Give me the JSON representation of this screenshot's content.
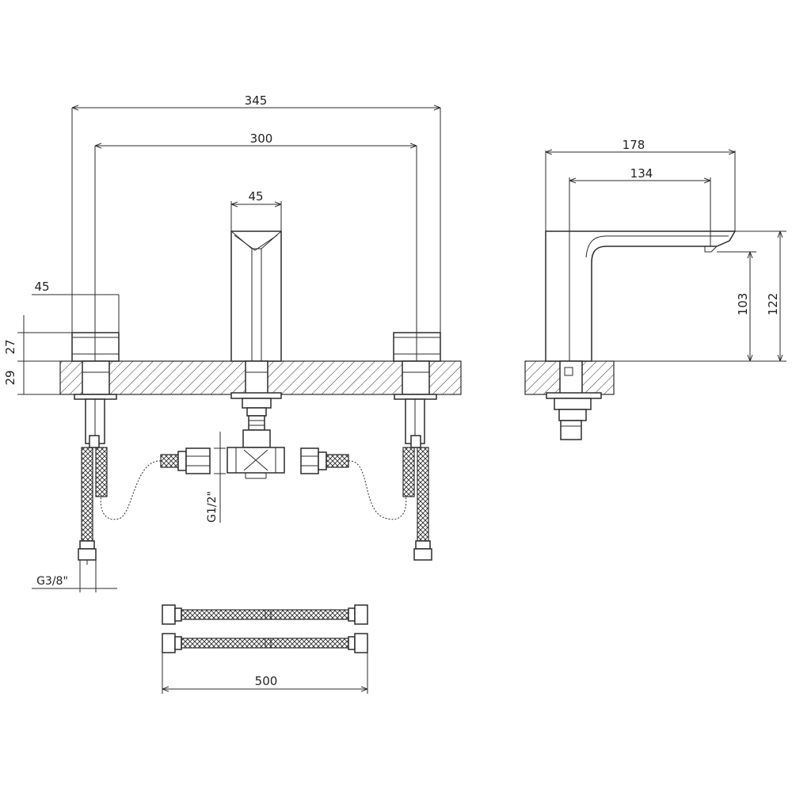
{
  "dimensions": {
    "overall_width": "345",
    "center_distance": "300",
    "spout_width": "45",
    "handle_width": "45",
    "handle_height": "27",
    "deck_thickness": "29",
    "side_length": "178",
    "spout_reach": "134",
    "outlet_height": "103",
    "total_height": "122",
    "hose_length": "500",
    "inlet_thread": "G3/8\"",
    "outlet_thread": "G1/2\""
  },
  "colors": {
    "line": "#2b2b2b",
    "background": "#ffffff"
  }
}
